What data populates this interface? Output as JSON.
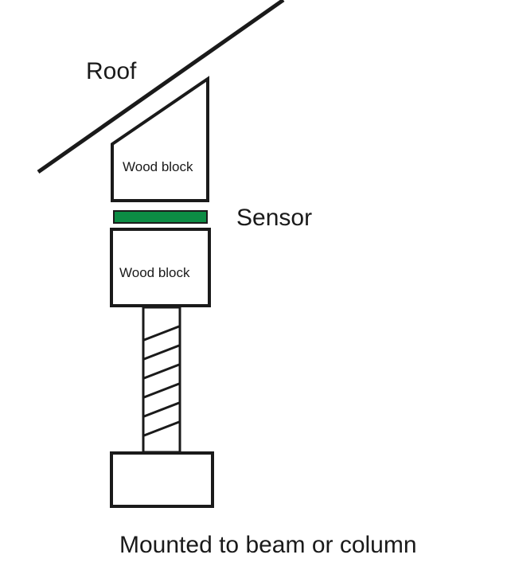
{
  "labels": {
    "roof": "Roof",
    "sensor": "Sensor",
    "upper_block": "Wood block",
    "lower_block": "Wood block",
    "mount": "Mounted to beam or column"
  },
  "colors": {
    "stroke": "#1a1a1a",
    "sensor": "#0c8c44",
    "background": "#ffffff"
  }
}
